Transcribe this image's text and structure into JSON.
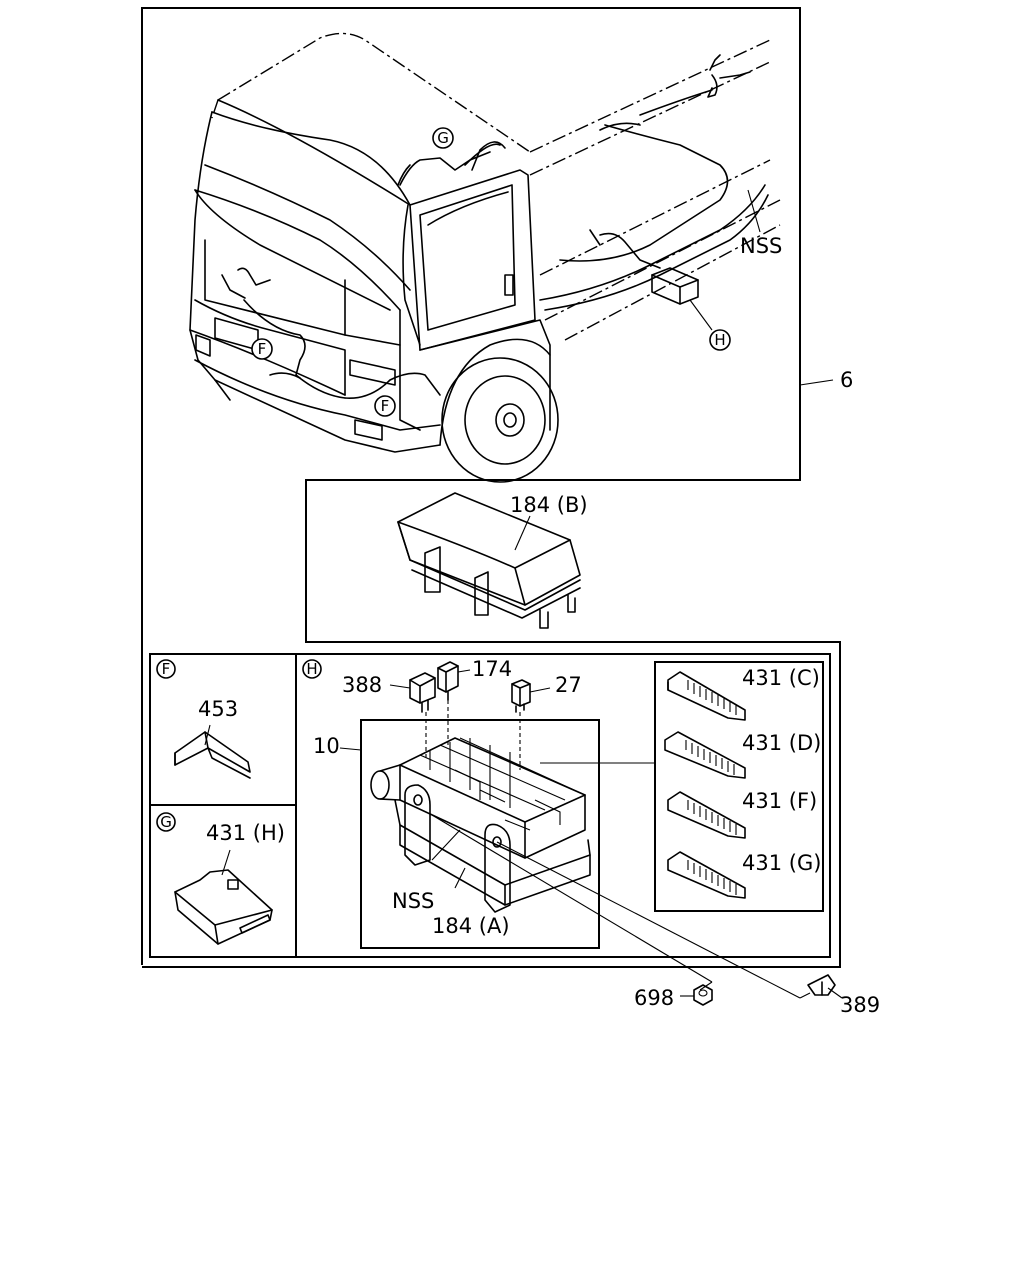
{
  "labels": {
    "assembly": "6",
    "nss_top": "NSS",
    "cover": "184 (B)",
    "part453": "453",
    "part431h": "431 (H)",
    "part388": "388",
    "part174": "174",
    "part27": "27",
    "part10": "10",
    "nss_box": "NSS",
    "base": "184 (A)",
    "c431c": "431 (C)",
    "c431d": "431 (D)",
    "c431f": "431 (F)",
    "c431g": "431 (G)",
    "part698": "698",
    "part389": "389"
  },
  "callouts": {
    "g": "G",
    "f": "F",
    "h": "H"
  }
}
